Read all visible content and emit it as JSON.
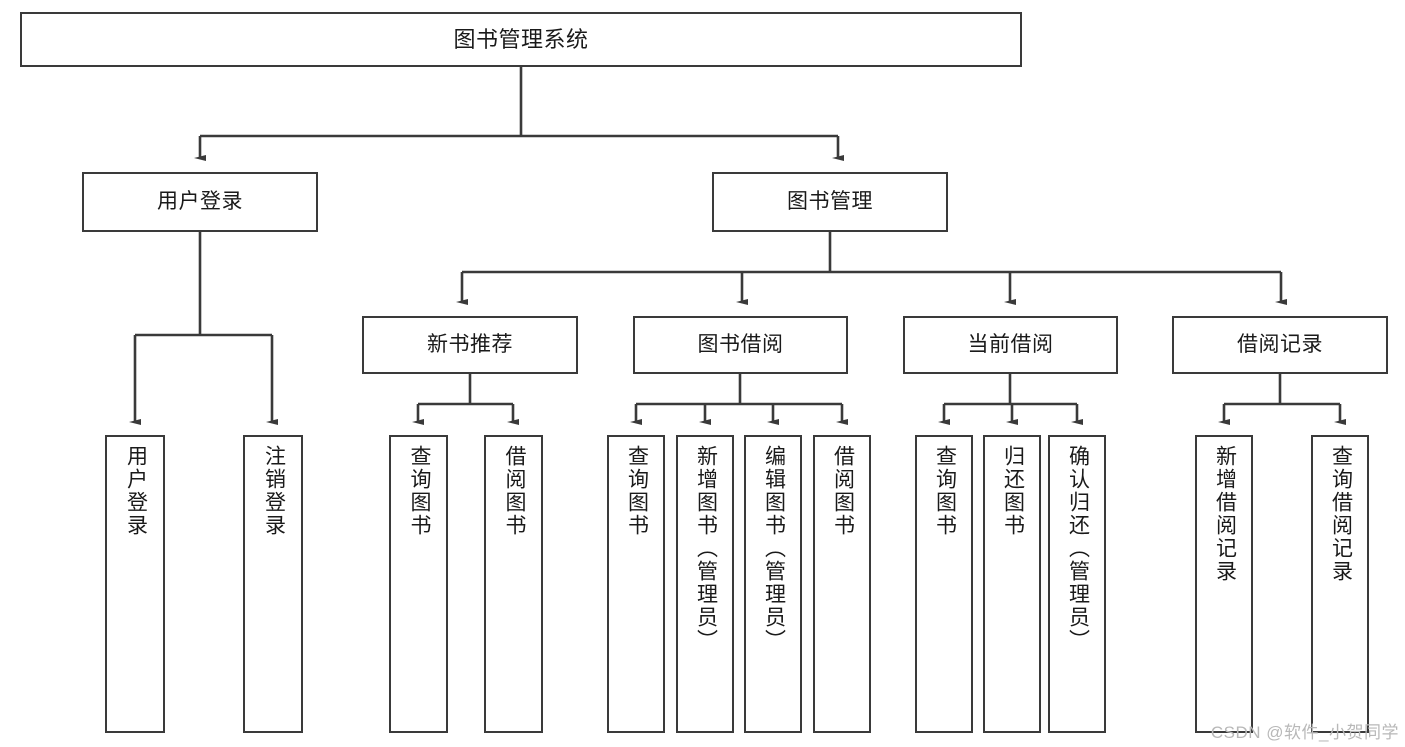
{
  "diagram": {
    "title": "图书管理系统",
    "type": "tree-hierarchy-chart",
    "stroke_color": "#3a3a3a",
    "fill_color": "#ffffff",
    "text_color": "#1a1a1a",
    "root": {
      "id": "root",
      "label": "图书管理系统"
    },
    "level2": [
      {
        "id": "user-login",
        "label": "用户登录"
      },
      {
        "id": "book-manage",
        "label": "图书管理"
      }
    ],
    "level3": [
      {
        "id": "new-book-rec",
        "label": "新书推荐"
      },
      {
        "id": "book-borrow",
        "label": "图书借阅"
      },
      {
        "id": "current-borrow",
        "label": "当前借阅"
      },
      {
        "id": "borrow-record",
        "label": "借阅记录"
      }
    ],
    "leaves": [
      {
        "id": "leaf-user-login",
        "label": "用户登录",
        "parent": "user-login"
      },
      {
        "id": "leaf-logout-login",
        "label": "注销登录",
        "parent": "user-login"
      },
      {
        "id": "leaf-query-book-1",
        "label": "查询图书",
        "parent": "new-book-rec"
      },
      {
        "id": "leaf-borrow-book-1",
        "label": "借阅图书",
        "parent": "new-book-rec"
      },
      {
        "id": "leaf-query-book-2",
        "label": "查询图书",
        "parent": "book-borrow"
      },
      {
        "id": "leaf-add-book",
        "label": "新增图书（管理员）",
        "parent": "book-borrow"
      },
      {
        "id": "leaf-edit-book",
        "label": "编辑图书（管理员）",
        "parent": "book-borrow"
      },
      {
        "id": "leaf-borrow-book-2",
        "label": "借阅图书",
        "parent": "book-borrow"
      },
      {
        "id": "leaf-query-book-3",
        "label": "查询图书",
        "parent": "current-borrow"
      },
      {
        "id": "leaf-return-book",
        "label": "归还图书",
        "parent": "current-borrow"
      },
      {
        "id": "leaf-confirm-return",
        "label": "确认归还（管理员）",
        "parent": "current-borrow"
      },
      {
        "id": "leaf-add-record",
        "label": "新增借阅记录",
        "parent": "borrow-record"
      },
      {
        "id": "leaf-query-record",
        "label": "查询借阅记录",
        "parent": "borrow-record"
      }
    ],
    "watermark": "CSDN @软件_小贺同学"
  }
}
